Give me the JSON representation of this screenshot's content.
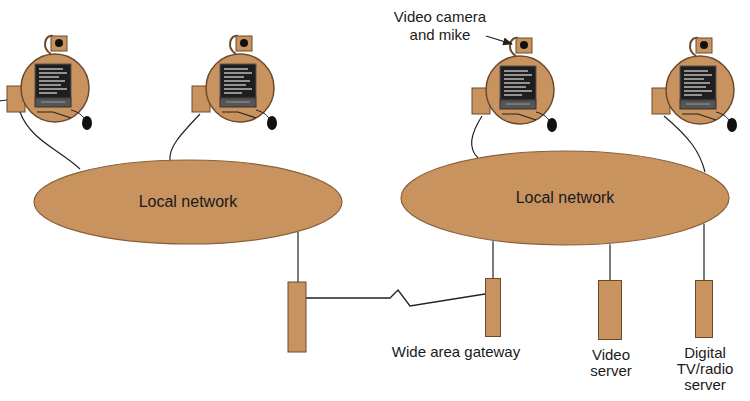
{
  "diagram": {
    "nodes": [
      {
        "text": [
          "Local network"
        ]
      },
      {
        "text": [
          "Local network"
        ]
      },
      {
        "text": [
          "Wide area gateway"
        ]
      },
      {
        "text": [
          "Video server"
        ]
      },
      {
        "text": [
          "Digital TV/radio server"
        ]
      }
    ],
    "edges": [
      {
        "from": 1,
        "to": 2,
        "arrow": "none"
      },
      {
        "from": 1,
        "to": 3,
        "arrow": "none"
      },
      {
        "from": 1,
        "to": 4,
        "arrow": "none"
      }
    ],
    "labels": [
      "Video camera and mike"
    ]
  }
}
